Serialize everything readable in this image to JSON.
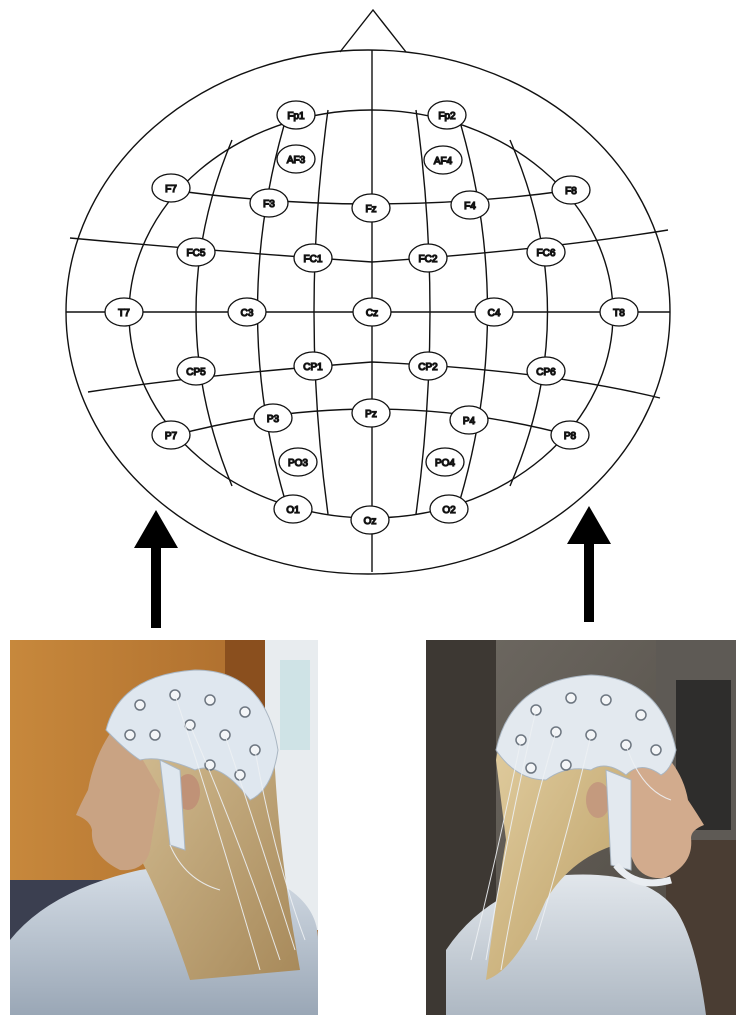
{
  "diagram": {
    "electrodes": [
      {
        "id": "fp1",
        "label": "Fp1"
      },
      {
        "id": "fp2",
        "label": "Fp2"
      },
      {
        "id": "af3",
        "label": "AF3"
      },
      {
        "id": "af4",
        "label": "AF4"
      },
      {
        "id": "f7",
        "label": "F7"
      },
      {
        "id": "f3",
        "label": "F3"
      },
      {
        "id": "fz",
        "label": "Fz"
      },
      {
        "id": "f4",
        "label": "F4"
      },
      {
        "id": "f8",
        "label": "F8"
      },
      {
        "id": "fc5",
        "label": "FC5"
      },
      {
        "id": "fc1",
        "label": "FC1"
      },
      {
        "id": "fc2",
        "label": "FC2"
      },
      {
        "id": "fc6",
        "label": "FC6"
      },
      {
        "id": "t7",
        "label": "T7"
      },
      {
        "id": "c3",
        "label": "C3"
      },
      {
        "id": "cz",
        "label": "Cz"
      },
      {
        "id": "c4",
        "label": "C4"
      },
      {
        "id": "t8",
        "label": "T8"
      },
      {
        "id": "cp5",
        "label": "CP5"
      },
      {
        "id": "cp1",
        "label": "CP1"
      },
      {
        "id": "cp2",
        "label": "CP2"
      },
      {
        "id": "cp6",
        "label": "CP6"
      },
      {
        "id": "p7",
        "label": "P7"
      },
      {
        "id": "p3",
        "label": "P3"
      },
      {
        "id": "pz",
        "label": "Pz"
      },
      {
        "id": "p4",
        "label": "P4"
      },
      {
        "id": "p8",
        "label": "P8"
      },
      {
        "id": "po3",
        "label": "PO3"
      },
      {
        "id": "po4",
        "label": "PO4"
      },
      {
        "id": "o1",
        "label": "O1"
      },
      {
        "id": "oz",
        "label": "Oz"
      },
      {
        "id": "o2",
        "label": "O2"
      }
    ]
  }
}
